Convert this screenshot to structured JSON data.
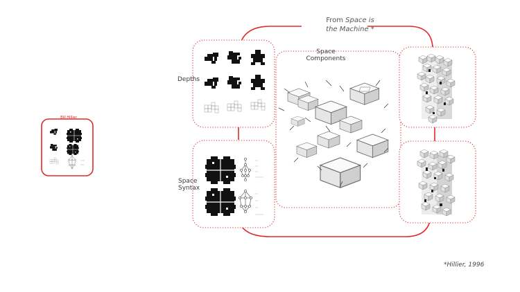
{
  "mini_card": {
    "title": "Bill Hillier"
  },
  "header": {
    "title_prefix": "From ",
    "title_italic_1": "Space is",
    "title_italic_2": "the Machine *"
  },
  "panels": {
    "components_line1": "Space",
    "components_line2": "Components",
    "depths": "Depths",
    "syntax_line1": "Space",
    "syntax_line2": "Syntax"
  },
  "footer": {
    "citation": "*Hillier, 1996"
  },
  "colors": {
    "accent": "#e02a2a",
    "ink": "#111111",
    "line": "#444444"
  }
}
